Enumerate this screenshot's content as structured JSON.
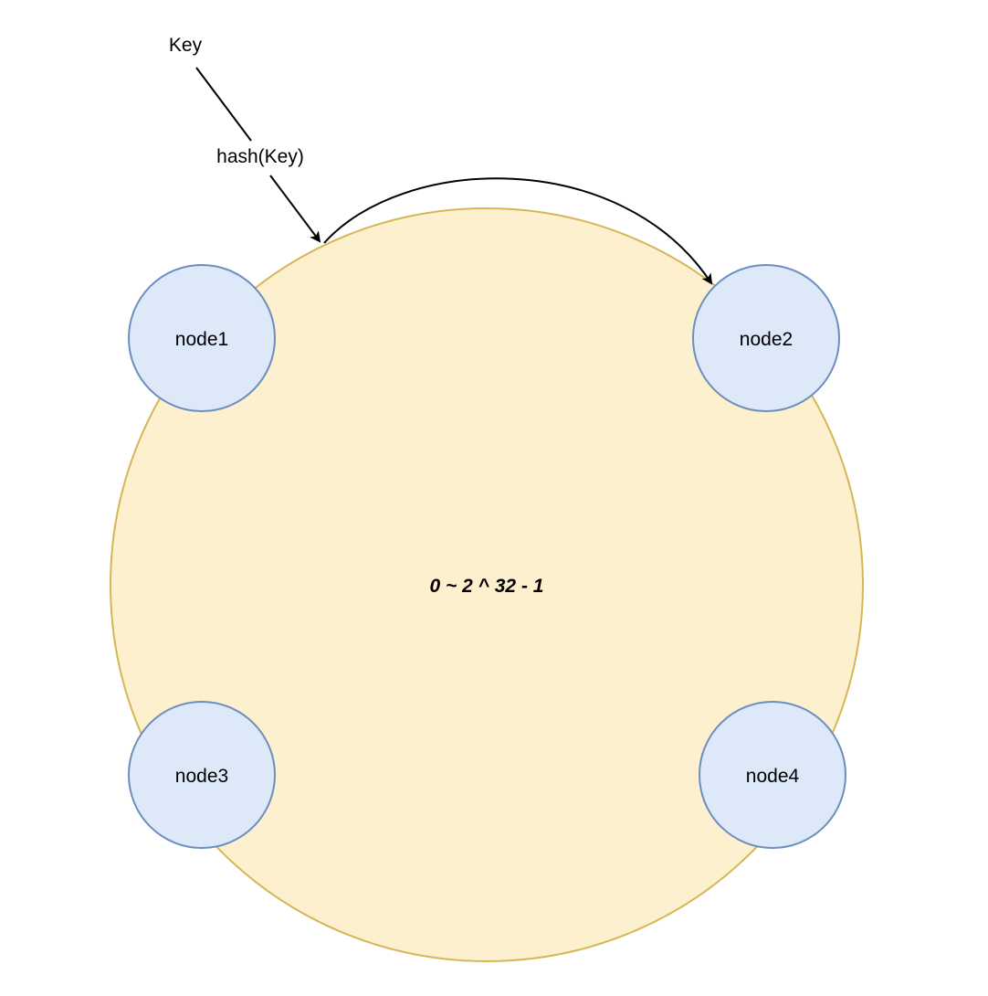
{
  "key_label": "Key",
  "hash_label": "hash(Key)",
  "ring": {
    "label": "0 ~ 2 ^ 32 - 1",
    "fill": "#fcf0cf",
    "stroke": "#d6b656"
  },
  "node_style": {
    "fill": "#dde8f8",
    "stroke": "#6c8ebf"
  },
  "nodes": [
    {
      "id": "node1",
      "label": "node1"
    },
    {
      "id": "node2",
      "label": "node2"
    },
    {
      "id": "node3",
      "label": "node3"
    },
    {
      "id": "node4",
      "label": "node4"
    }
  ]
}
